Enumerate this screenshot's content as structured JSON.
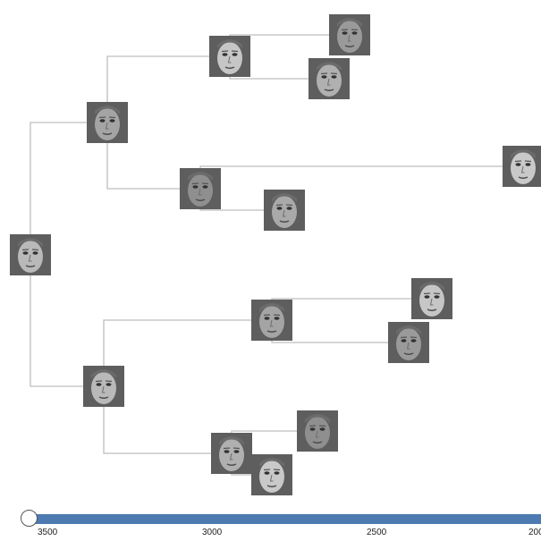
{
  "tree": {
    "root": {
      "id": "n-root",
      "children": [
        {
          "id": "n-a",
          "children": [
            {
              "id": "n-a1",
              "children": [
                {
                  "id": "n-a1a",
                  "children": []
                },
                {
                  "id": "n-a1b",
                  "children": []
                }
              ]
            },
            {
              "id": "n-a2",
              "children": [
                {
                  "id": "n-a2a",
                  "children": []
                },
                {
                  "id": "n-a2b",
                  "children": []
                }
              ]
            }
          ]
        },
        {
          "id": "n-b",
          "children": [
            {
              "id": "n-b1",
              "children": [
                {
                  "id": "n-b1a",
                  "children": []
                },
                {
                  "id": "n-b1b",
                  "children": []
                }
              ]
            },
            {
              "id": "n-b2",
              "children": [
                {
                  "id": "n-b2a",
                  "children": []
                },
                {
                  "id": "n-b2b",
                  "children": []
                }
              ]
            }
          ]
        }
      ]
    },
    "link_color": "#bdbdbd"
  },
  "slider": {
    "ticks": [
      "3500",
      "3000",
      "2500",
      "200"
    ],
    "track_color": "#4c7ab1",
    "handle_color": "#ffffff"
  }
}
